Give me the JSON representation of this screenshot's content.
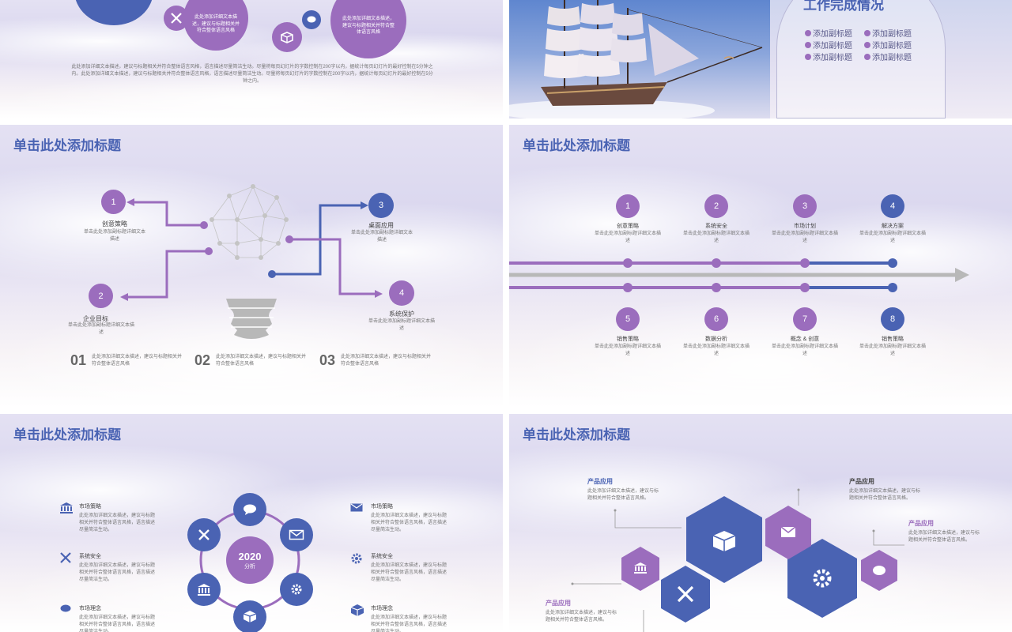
{
  "colors": {
    "purple": "#9b6dbd",
    "blue": "#4a63b3",
    "gray": "#b8b8b8",
    "title": "#4a63b3"
  },
  "slide1": {
    "bubble_left_text": "此处添加详细文本描述，建议与标题相关并符合整体语言风格",
    "bubble_right_text": "此处添加详细文本描述，建议与标题相关并符合整体语言风格",
    "paragraph": "此处添加详细文本描述，建议与标题相关并符合整体语言风格，语言描述尽量简洁生动。尽量将每页幻灯片的字数控制在200字以内，据统计每页幻灯片的最好控制在5分钟之内。此处添加详细文本描述，建议与标题相关并符合整体语言风格，语言描述尽量简洁生动。尽量将每页幻灯片的字数控制在200字以内，据统计每页幻灯片的最好控制在5分钟之内。",
    "icons": [
      "tools-icon",
      "chat-icon",
      "box-icon"
    ]
  },
  "slide2": {
    "heading": "工作完成情况",
    "items": [
      "添加副标题",
      "添加副标题",
      "添加副标题",
      "添加副标题",
      "添加副标题",
      "添加副标题"
    ]
  },
  "slide3": {
    "title": "单击此处添加标题",
    "nodes": [
      {
        "num": "1",
        "label": "创意策略",
        "desc": "单击此处添加副标题详细文本描述"
      },
      {
        "num": "2",
        "label": "企业目标",
        "desc": "单击此处添加副标题详细文本描述"
      },
      {
        "num": "3",
        "label": "桌面应用",
        "desc": "单击此处添加副标题详细文本描述"
      },
      {
        "num": "4",
        "label": "系统保护",
        "desc": "单击此处添加副标题详细文本描述"
      }
    ],
    "footer": [
      {
        "num": "01",
        "text": "此处添加详细文本描述，建议与标题相关并符合整体语言风格"
      },
      {
        "num": "02",
        "text": "此处添加详细文本描述，建议与标题相关并符合整体语言风格"
      },
      {
        "num": "03",
        "text": "此处添加详细文本描述，建议与标题相关并符合整体语言风格"
      }
    ]
  },
  "slide4": {
    "title": "单击此处添加标题",
    "top": [
      {
        "num": "1",
        "label": "创意策略",
        "desc": "单击此处添加副标题详细文本描述"
      },
      {
        "num": "2",
        "label": "系统安全",
        "desc": "单击此处添加副标题详细文本描述"
      },
      {
        "num": "3",
        "label": "市场计划",
        "desc": "单击此处添加副标题详细文本描述"
      },
      {
        "num": "4",
        "label": "解决方案",
        "desc": "单击此处添加副标题详细文本描述"
      }
    ],
    "bottom": [
      {
        "num": "5",
        "label": "销售策略",
        "desc": "单击此处添加副标题详细文本描述"
      },
      {
        "num": "6",
        "label": "数据分析",
        "desc": "单击此处添加副标题详细文本描述"
      },
      {
        "num": "7",
        "label": "概念 & 创意",
        "desc": "单击此处添加副标题详细文本描述"
      },
      {
        "num": "8",
        "label": "销售策略",
        "desc": "单击此处添加副标题详细文本描述"
      }
    ]
  },
  "slide5": {
    "title": "单击此处添加标题",
    "center_year": "2020",
    "center_sub": "分析",
    "left": [
      {
        "label": "市场策略",
        "text": "此处添加详细文本描述，建议与标题相关并符合整体语言风格，语言描述尽量简洁生动。"
      },
      {
        "label": "系统安全",
        "text": "此处添加详细文本描述，建议与标题相关并符合整体语言风格，语言描述尽量简洁生动。"
      },
      {
        "label": "市场理念",
        "text": "此处添加详细文本描述，建议与标题相关并符合整体语言风格，语言描述尽量简洁生动。"
      }
    ],
    "right": [
      {
        "label": "市场策略",
        "text": "此处添加详细文本描述，建议与标题相关并符合整体语言风格，语言描述尽量简洁生动。"
      },
      {
        "label": "系统安全",
        "text": "此处添加详细文本描述，建议与标题相关并符合整体语言风格，语言描述尽量简洁生动。"
      },
      {
        "label": "市场理念",
        "text": "此处添加详细文本描述，建议与标题相关并符合整体语言风格，语言描述尽量简洁生动。"
      }
    ]
  },
  "slide6": {
    "title": "单击此处添加标题",
    "callouts": [
      {
        "label": "产品应用",
        "text": "此处添加详细文本描述，建议与标题相关并符合整体语言风格。"
      },
      {
        "label": "产品应用",
        "text": "此处添加详细文本描述，建议与标题相关并符合整体语言风格。"
      },
      {
        "label": "产品应用",
        "text": "此处添加详细文本描述，建议与标题相关并符合整体语言风格。"
      },
      {
        "label": "产品应用",
        "text": "此处添加详细文本描述，建议与标题相关并符合整体语言风格。"
      }
    ]
  }
}
